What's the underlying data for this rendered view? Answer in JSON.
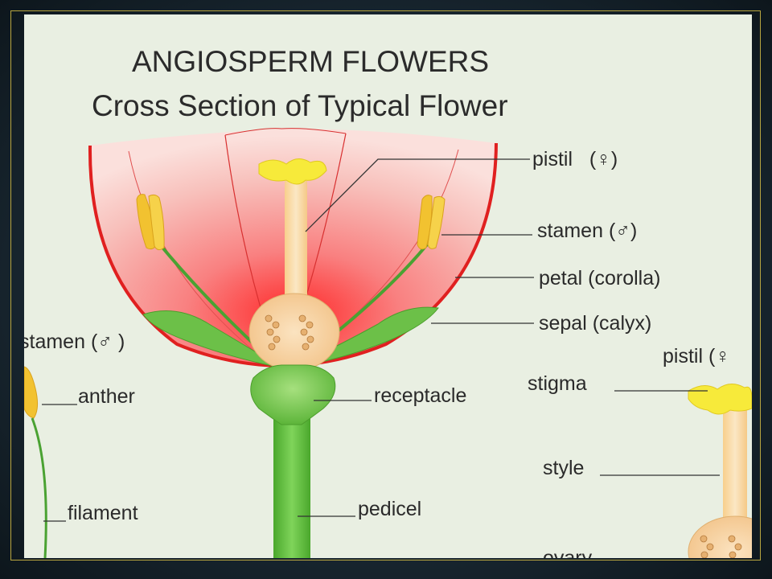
{
  "title": {
    "line1": "ANGIOSPERM FLOWERS",
    "line2": "Cross Section of Typical Flower"
  },
  "labels": {
    "pistil": "pistil",
    "pistil_symbol": "(♀)",
    "stamen": "stamen",
    "stamen_symbol": "(♂)",
    "petal": "petal (corolla)",
    "sepal": "sepal (calyx)",
    "receptacle": "receptacle",
    "pedicel": "pedicel"
  },
  "stamen_detail": {
    "title": "stamen",
    "title_symbol": "(♂ )",
    "anther": "anther",
    "filament": "filament"
  },
  "pistil_detail": {
    "title": "pistil",
    "title_symbol": "(♀",
    "stigma": "stigma",
    "style": "style",
    "ovary": "ovary"
  },
  "colors": {
    "background": "#e9efe2",
    "petal_outline": "#e02020",
    "stem": "#5cbb3a",
    "sepal": "#6cc048",
    "anther": "#f2c230",
    "pistil": "#f6d9a0"
  }
}
